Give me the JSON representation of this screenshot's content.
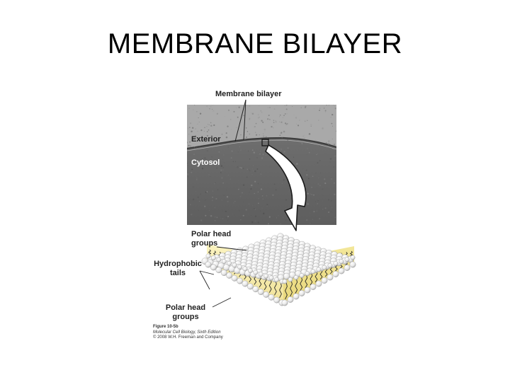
{
  "slide": {
    "title": "MEMBRANE BILAYER"
  },
  "micrograph": {
    "label_membrane_bilayer": "Membrane bilayer",
    "label_exterior": "Exterior",
    "label_cytosol": "Cytosol"
  },
  "bilayer_model": {
    "label_polar_head_top_line1": "Polar head",
    "label_polar_head_top_line2": "groups",
    "label_hydrophobic_line1": "Hydrophobic",
    "label_hydrophobic_line2": "tails",
    "label_polar_head_bottom_line1": "Polar head",
    "label_polar_head_bottom_line2": "groups"
  },
  "credit": {
    "figure": "Figure 10-5b",
    "book": "Molecular Cell Biology, Sixth Edition",
    "copyright": "© 2008 W.H. Freeman and Company"
  }
}
